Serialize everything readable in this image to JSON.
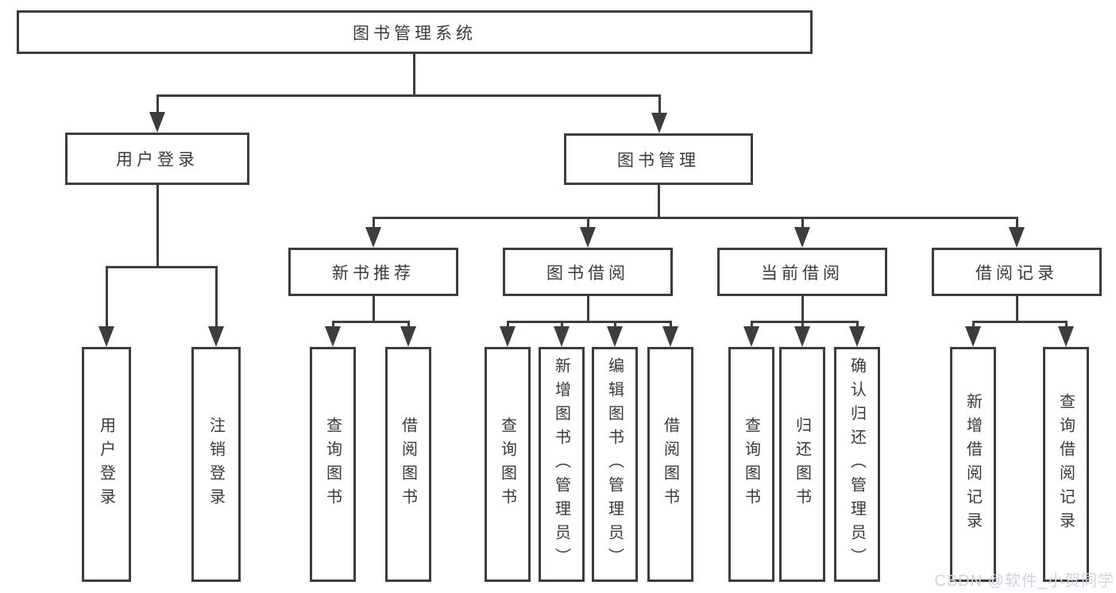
{
  "diagram": {
    "root": "图书管理系统",
    "level2": [
      "用户登录",
      "图书管理"
    ],
    "level3": [
      "新书推荐",
      "图书借阅",
      "当前借阅",
      "借阅记录"
    ],
    "leaves": {
      "login": [
        "用户登录",
        "注销登录"
      ],
      "recommend": [
        "查询图书",
        "借阅图书"
      ],
      "borrow": [
        "查询图书",
        "新增图书（管理员）",
        "编辑图书（管理员）",
        "借阅图书"
      ],
      "current": [
        "查询图书",
        "归还图书",
        "确认归还（管理员）"
      ],
      "records": [
        "新增借阅记录",
        "查询借阅记录"
      ]
    }
  },
  "watermark": "CSDN @软件_小贺同学",
  "colors": {
    "line": "#3d3d3d",
    "text": "#3a3a3a",
    "background": "#ffffff",
    "watermark": "#d2d1e3"
  }
}
